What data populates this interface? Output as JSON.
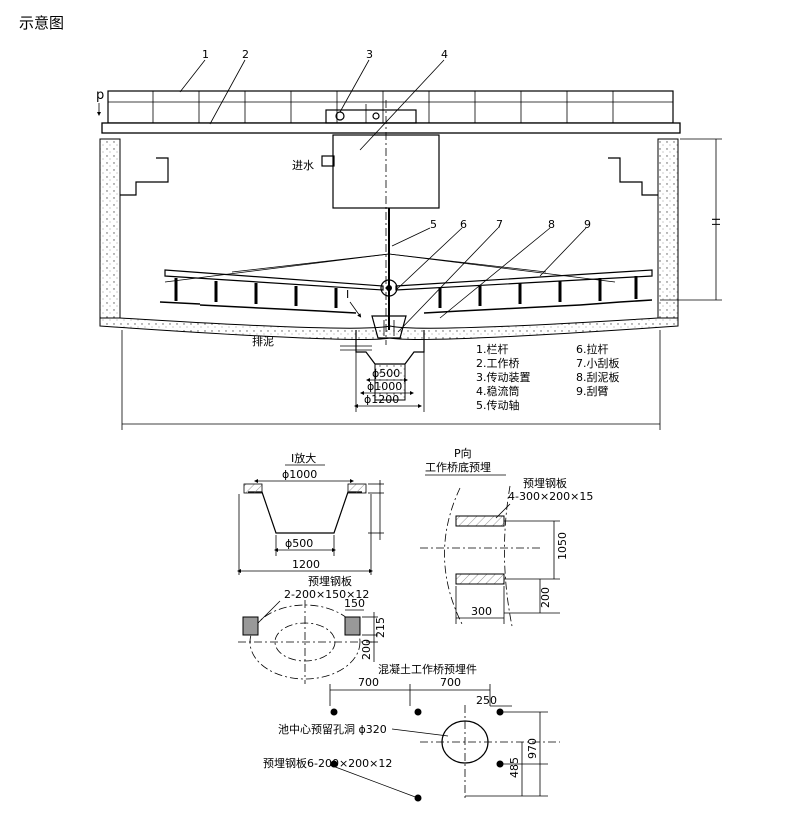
{
  "page": {
    "title": "示意图"
  },
  "main": {
    "p_label": "p",
    "inlet": "进水",
    "outlet": "排泥",
    "h_label": "H",
    "detail_mark": "I",
    "callouts": [
      "1",
      "2",
      "3",
      "4",
      "5",
      "6",
      "7",
      "8",
      "9"
    ],
    "dims": {
      "d500": "ϕ500",
      "d1000": "ϕ1000",
      "d1200": "ϕ1200"
    },
    "legend": [
      "1.栏杆",
      "2.工作桥",
      "3.传动装置",
      "4.稳流筒",
      "5.传动轴",
      "6.拉杆",
      "7.小刮板",
      "8.刮泥板",
      "9.刮臂"
    ]
  },
  "detail_i": {
    "title": "I放大",
    "d1000": "ϕ1000",
    "d500": "ϕ500",
    "w1200": "1200",
    "plate_title": "预埋钢板",
    "plate_spec": "2-200×150×12",
    "d150": "150",
    "d215": "215",
    "d200": "200"
  },
  "view_p": {
    "title": "P向",
    "subtitle": "工作桥底预埋",
    "plate_title": "预埋钢板",
    "plate_spec": "4-300×200×15",
    "d1050": "1050",
    "d200": "200",
    "d300": "300"
  },
  "concrete": {
    "title": "混凝土工作桥预埋件",
    "d700a": "700",
    "d700b": "700",
    "d250": "250",
    "d970": "970",
    "d485": "485",
    "hole": "池中心预留孔洞 ϕ320",
    "plate": "预埋钢板6-200×200×12"
  }
}
